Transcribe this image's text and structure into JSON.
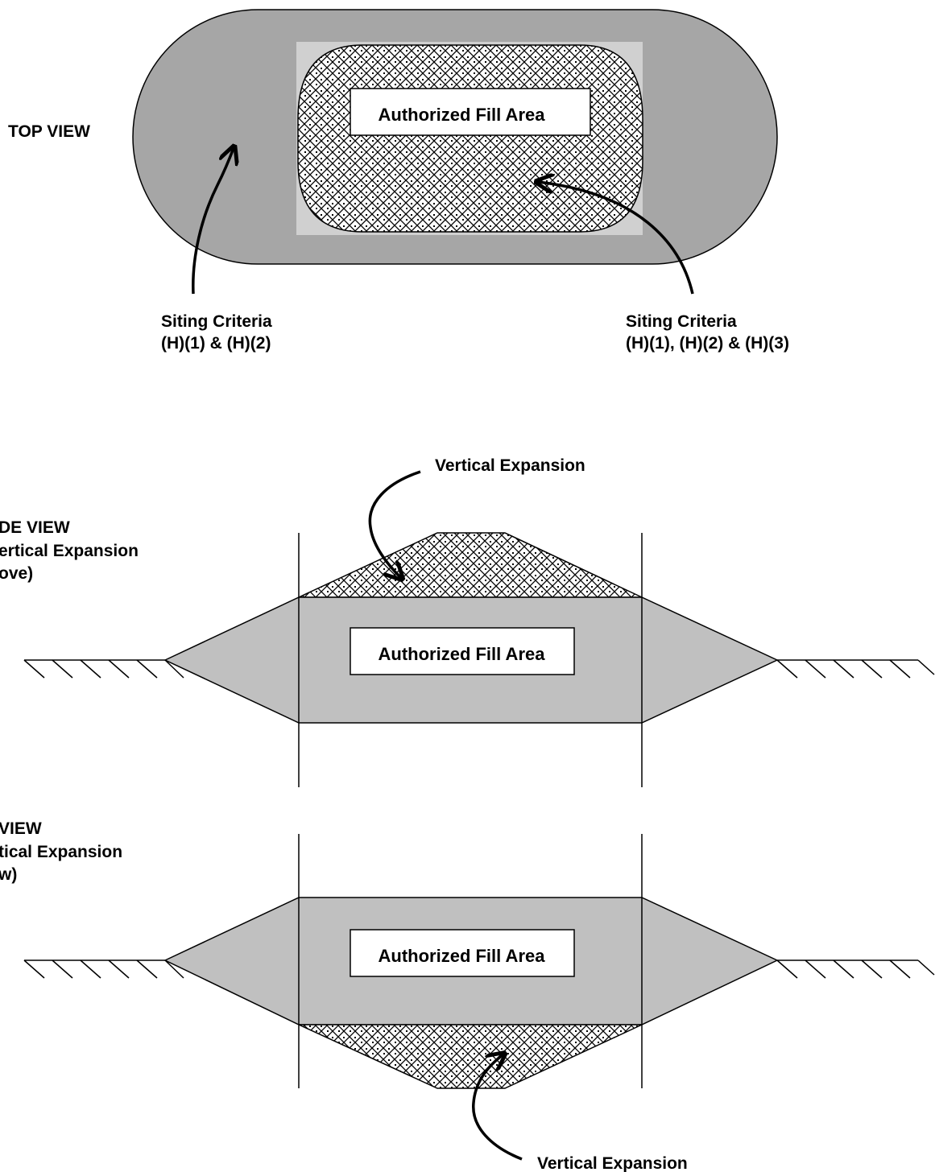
{
  "top_view": {
    "title": "TOP VIEW",
    "fill_label": "Authorized Fill Area",
    "callout_left": {
      "line1": "Siting Criteria",
      "line2": "(H)(1) & (H)(2)"
    },
    "callout_right": {
      "line1": "Siting Criteria",
      "line2": "(H)(1),  (H)(2) & (H)(3)"
    }
  },
  "side_view_above": {
    "title_line1": "DE VIEW",
    "title_line2": "ertical Expansion",
    "title_line3": "ove)",
    "fill_label": "Authorized Fill Area",
    "expansion_label": "Vertical Expansion"
  },
  "side_view_below": {
    "title_line1": " VIEW",
    "title_line2": "tical Expansion",
    "title_line3": "w)",
    "fill_label": "Authorized Fill Area",
    "expansion_label": "Vertical Expansion"
  },
  "colors": {
    "outer_fill": "#a6a6a6",
    "fill_gray": "#c0c0c0",
    "hatch": "#000000",
    "background": "#ffffff"
  }
}
